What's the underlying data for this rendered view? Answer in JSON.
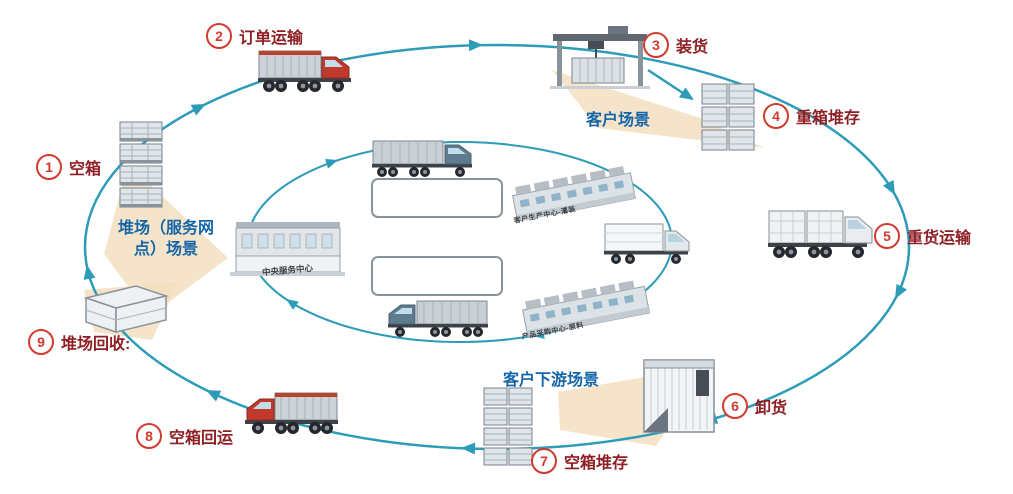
{
  "diagram": {
    "steps": [
      {
        "num": "1",
        "label": "空箱"
      },
      {
        "num": "2",
        "label": "订单运输"
      },
      {
        "num": "3",
        "label": "装货"
      },
      {
        "num": "4",
        "label": "重箱堆存"
      },
      {
        "num": "5",
        "label": "重货运输"
      },
      {
        "num": "6",
        "label": "卸货"
      },
      {
        "num": "7",
        "label": "空箱堆存"
      },
      {
        "num": "8",
        "label": "空箱回运"
      },
      {
        "num": "9",
        "label": "堆场回收:"
      }
    ],
    "scenes": {
      "customer": "客户场景",
      "yard": "堆场（服务网点）场景",
      "downstream": "客户下游场景"
    },
    "center": {
      "service_center": "中央服务中心",
      "factory_top": "客户生产中心-灌装",
      "factory_bottom": "产品采购中心-原料"
    },
    "colors": {
      "arrow": "#2d9cb8",
      "step_red": "#d23a2e",
      "label_red": "#8e1f24",
      "scene_blue": "#1566a9",
      "highlight": "#f3dfc0"
    }
  }
}
